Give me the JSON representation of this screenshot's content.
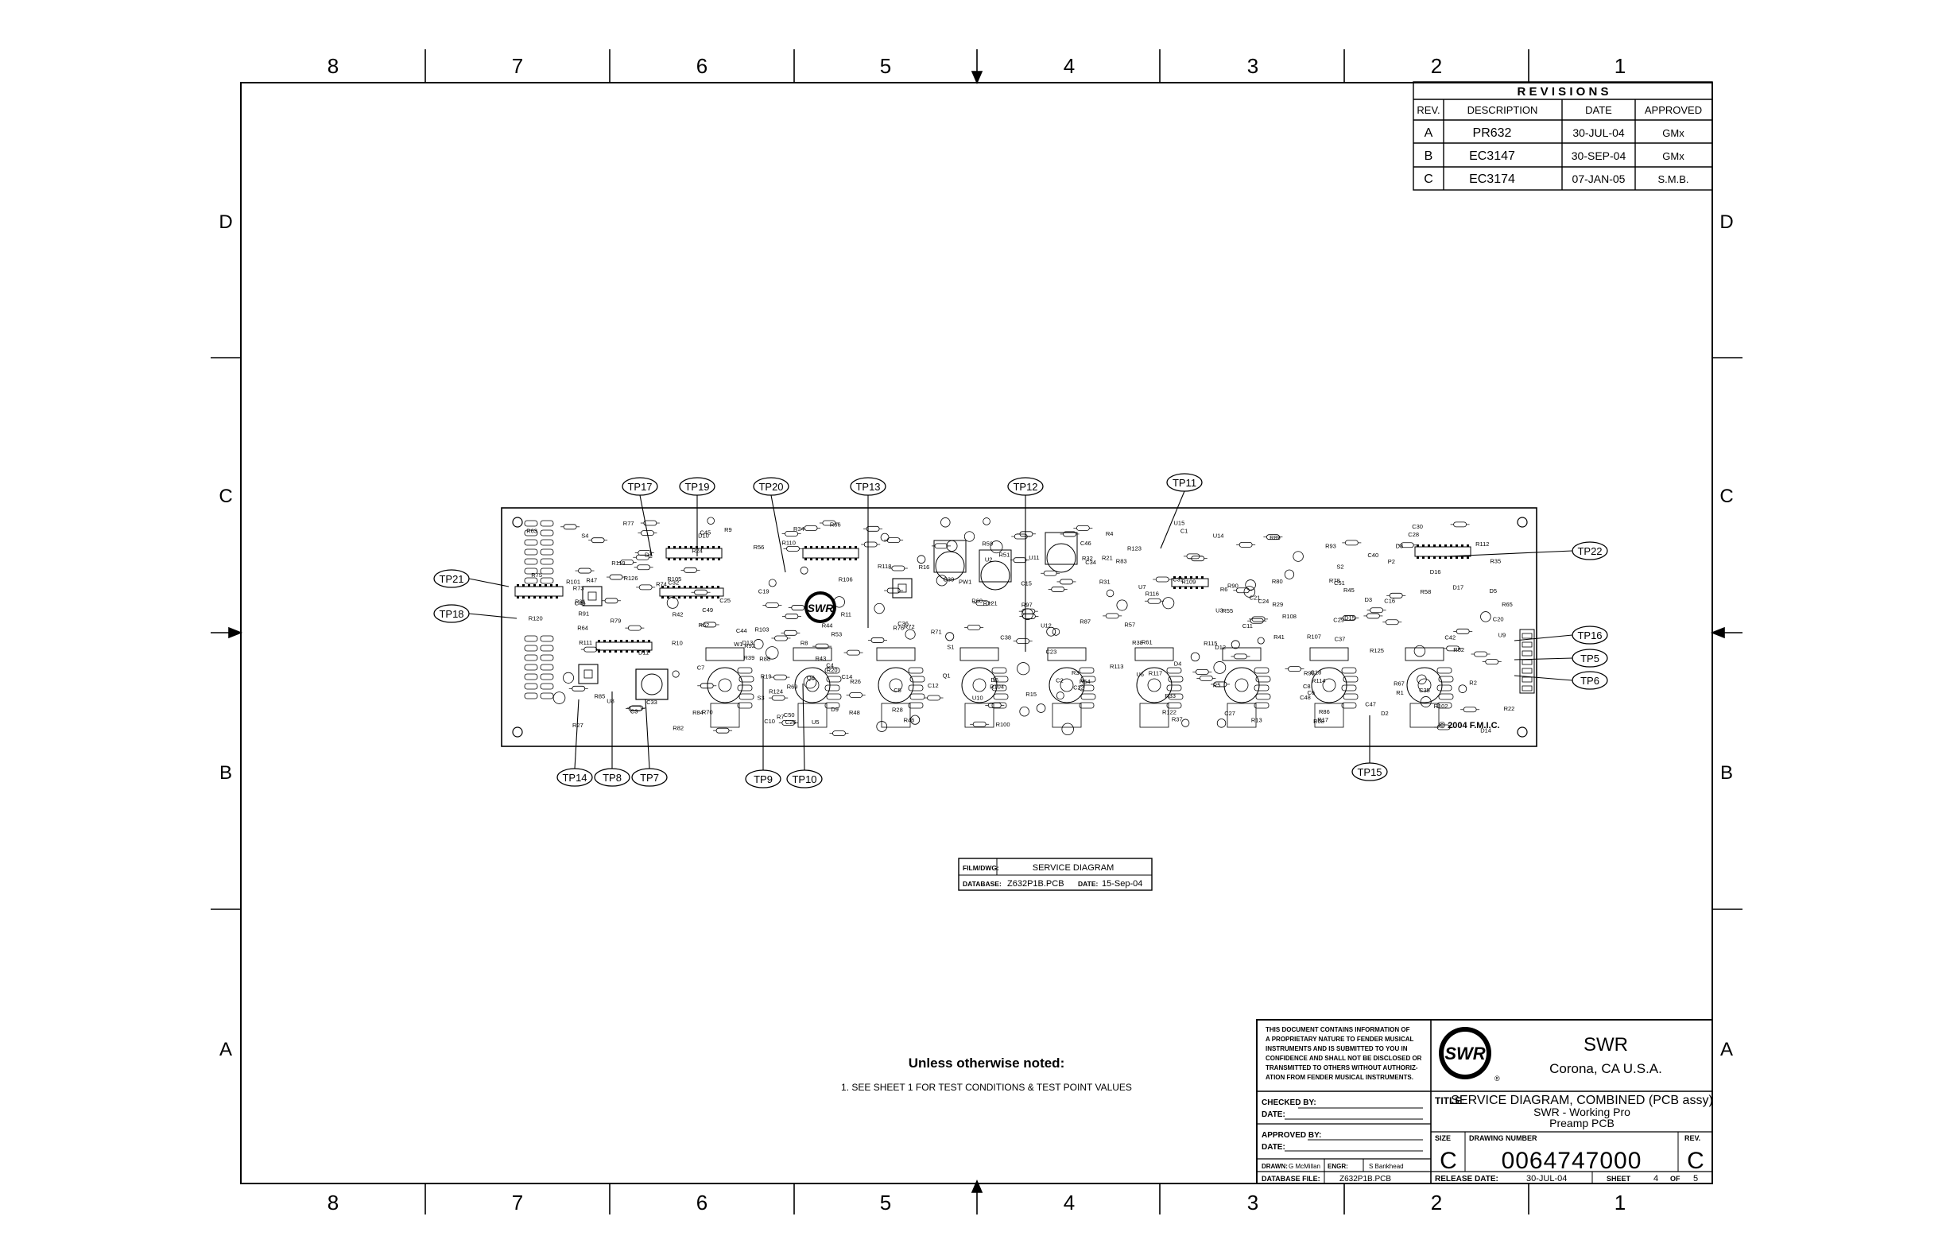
{
  "zones": {
    "columns": [
      "8",
      "7",
      "6",
      "5",
      "4",
      "3",
      "2",
      "1"
    ],
    "rows": [
      "D",
      "C",
      "B",
      "A"
    ]
  },
  "revisions": {
    "title": "R E V I S I O N S",
    "headers": [
      "REV.",
      "DESCRIPTION",
      "DATE",
      "APPROVED"
    ],
    "rows": [
      [
        "A",
        "PR632",
        "30-JUL-04",
        "GMx"
      ],
      [
        "B",
        "EC3147",
        "30-SEP-04",
        "GMx"
      ],
      [
        "C",
        "EC3174",
        "07-JAN-05",
        "S.M.B."
      ]
    ]
  },
  "test_points": {
    "top": [
      "TP17",
      "TP19",
      "TP20",
      "TP13",
      "TP12",
      "TP11"
    ],
    "left": [
      "TP21",
      "TP18"
    ],
    "right": [
      "TP22",
      "TP16",
      "TP5",
      "TP6"
    ],
    "bottom": [
      "TP14",
      "TP8",
      "TP7",
      "TP9",
      "TP10",
      "TP15"
    ]
  },
  "pcb": {
    "copyright": "© 2004 F.M.I.C.",
    "ref_labels": [
      "R1",
      "R2",
      "R3",
      "R4",
      "R5",
      "R6",
      "R13",
      "R22",
      "R24",
      "R33",
      "R42",
      "R44",
      "C1",
      "C2",
      "Q1",
      "C3",
      "U2",
      "P2",
      "R26",
      "R34",
      "R35",
      "R37",
      "R43",
      "S4",
      "C12",
      "C16",
      "R51",
      "R52",
      "R53",
      "C22",
      "R54",
      "C20",
      "U7",
      "R61",
      "R62",
      "R63",
      "R60",
      "C26",
      "R73",
      "R72",
      "C34",
      "R79",
      "R80",
      "R71",
      "U10",
      "C28",
      "R74",
      "D6",
      "D7",
      "R85",
      "C38",
      "R86",
      "R87",
      "C37",
      "R88",
      "C42",
      "R93",
      "R98",
      "R97",
      "R107",
      "R108",
      "R116",
      "R119",
      "U11",
      "R117",
      "C43",
      "R118",
      "C47",
      "R120",
      "R122",
      "R123",
      "Q5",
      "D12",
      "R124",
      "D13",
      "R125",
      "R126",
      "C32",
      "PW1",
      "R15",
      "R16",
      "R17",
      "C6",
      "C4",
      "R7",
      "R8",
      "R9",
      "R10",
      "R11",
      "S1",
      "S2",
      "R19",
      "R20",
      "R21",
      "C5",
      "C7",
      "C8",
      "R27",
      "R28",
      "R29",
      "R38",
      "R39",
      "R45",
      "R46",
      "R47",
      "R48",
      "R55",
      "R56",
      "R57",
      "R58",
      "R64",
      "R65",
      "R66",
      "R67",
      "R68",
      "R69",
      "R75",
      "R76",
      "R77",
      "R78",
      "R81",
      "R82",
      "R83",
      "R84",
      "R89",
      "R90",
      "R91",
      "R92",
      "R100",
      "R101",
      "R102",
      "R103",
      "R104",
      "R105",
      "R106",
      "R109",
      "R110",
      "R111",
      "R112",
      "R113",
      "R114",
      "R115",
      "R121",
      "C40",
      "C45",
      "C44",
      "C46",
      "C48",
      "C49",
      "C50",
      "C51",
      "U3",
      "U5",
      "U6",
      "U8",
      "U9",
      "U12",
      "U14",
      "U15",
      "D2",
      "D3",
      "D4",
      "D5",
      "D8",
      "D9",
      "D10",
      "D11",
      "D14",
      "D15",
      "D16",
      "D17",
      "S3",
      "R31",
      "R32",
      "R41",
      "R59",
      "R70",
      "C27",
      "C30",
      "C33",
      "C39",
      "C25",
      "C21",
      "C10",
      "C11",
      "C14",
      "C15",
      "C18",
      "C19",
      "C23",
      "C24",
      "C29",
      "C31",
      "C35",
      "C36",
      "W1"
    ]
  },
  "film_box": {
    "film_label": "FILM/DWG:",
    "film_value": "SERVICE DIAGRAM",
    "db_label": "DATABASE:",
    "db_value": "Z632P1B.PCB",
    "date_label": "DATE:",
    "date_value": "15-Sep-04"
  },
  "notes": {
    "heading": "Unless otherwise noted:",
    "line1": "1. SEE SHEET 1 FOR TEST CONDITIONS & TEST POINT VALUES"
  },
  "title_block": {
    "proprietary": [
      "THIS DOCUMENT CONTAINS INFORMATION OF",
      "A PROPRIETARY NATURE TO FENDER MUSICAL",
      "INSTRUMENTS AND IS SUBMITTED TO YOU IN",
      "CONFIDENCE AND SHALL NOT BE DISCLOSED OR",
      "TRANSMITTED TO OTHERS WITHOUT AUTHORIZ-",
      "ATION FROM FENDER MUSICAL INSTRUMENTS."
    ],
    "company": "SWR",
    "location": "Corona, CA  U.S.A.",
    "logo_text": "SWR",
    "checked_by": "CHECKED BY:",
    "date_a": "DATE:",
    "approved_by": "APPROVED BY:",
    "date_b": "DATE:",
    "drawn_label": "DRAWN:",
    "drawn_value": "G McMillan",
    "engr_label": "ENGR:",
    "engr_value": "S Bankhead",
    "dbfile_label": "DATABASE FILE:",
    "dbfile_value": "Z632P1B.PCB",
    "title_label": "TITLE:",
    "title_line1": "SERVICE DIAGRAM, COMBINED (PCB assy)",
    "title_line2": "SWR - Working Pro",
    "title_line3": "Preamp PCB",
    "size_label": "SIZE",
    "size_value": "C",
    "dwg_no_label": "DRAWING NUMBER",
    "dwg_no_value": "0064747000",
    "rev_label": "REV.",
    "rev_value": "C",
    "release_label": "RELEASE DATE:",
    "release_value": "30-JUL-04",
    "sheet_label": "SHEET",
    "sheet_value": "4",
    "of_label": "OF",
    "of_value": "5"
  },
  "colors": {
    "ink": "#000000",
    "paper": "#ffffff",
    "trace": "#222222"
  }
}
